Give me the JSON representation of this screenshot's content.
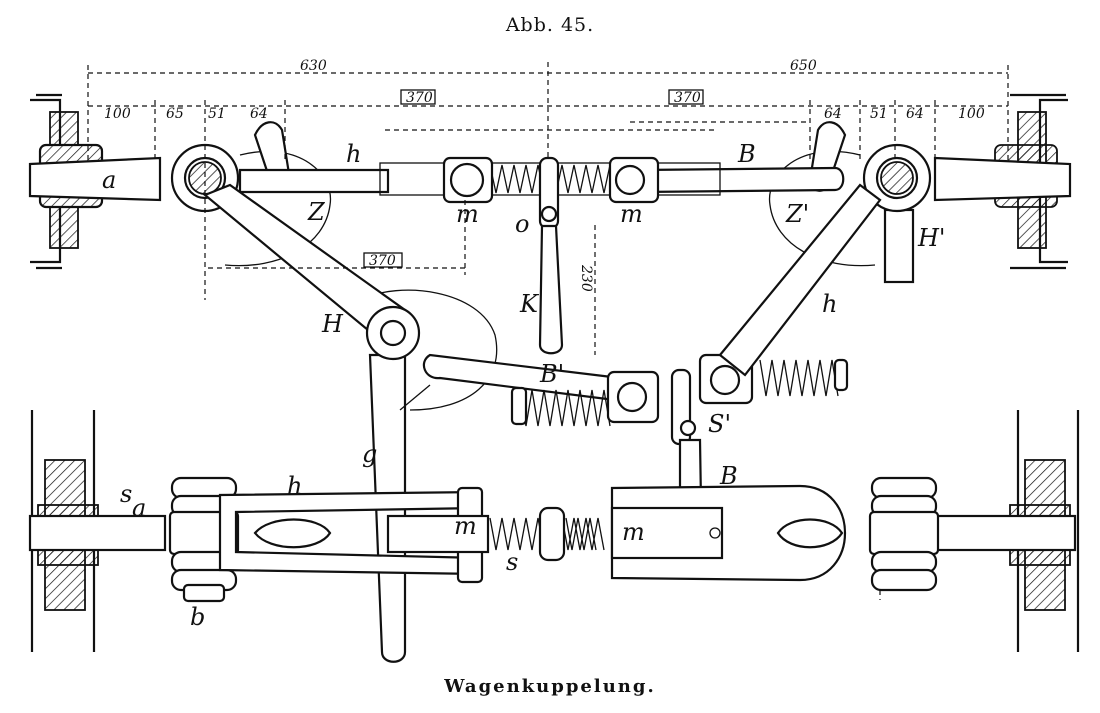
{
  "figure": {
    "title": "Abb. 45.",
    "caption": "Wagenkuppelung."
  },
  "dimensions": {
    "left_total": "630",
    "right_total": "650",
    "left_segments": [
      "100",
      "65",
      "51",
      "64"
    ],
    "right_segments": [
      "64",
      "51",
      "64",
      "100"
    ],
    "upper_box_left": "370",
    "upper_box_right": "370",
    "lower_box": "370",
    "vertical": "230"
  },
  "labels": {
    "a_top": "a",
    "h_top": "h",
    "Z": "Z",
    "m_left": "m",
    "o": "o",
    "m_right": "m",
    "B_top": "B",
    "Z_prime": "Z'",
    "H_prime": "H'",
    "H": "H",
    "K": "K",
    "h_right": "h",
    "B_prime": "B'",
    "S_prime": "S'",
    "g": "g",
    "s_low": "s",
    "a_low": "a",
    "h_low": "h",
    "m_low_left": "m",
    "s_spring": "s",
    "m_low_right": "m",
    "B_low": "B",
    "b": "b"
  }
}
